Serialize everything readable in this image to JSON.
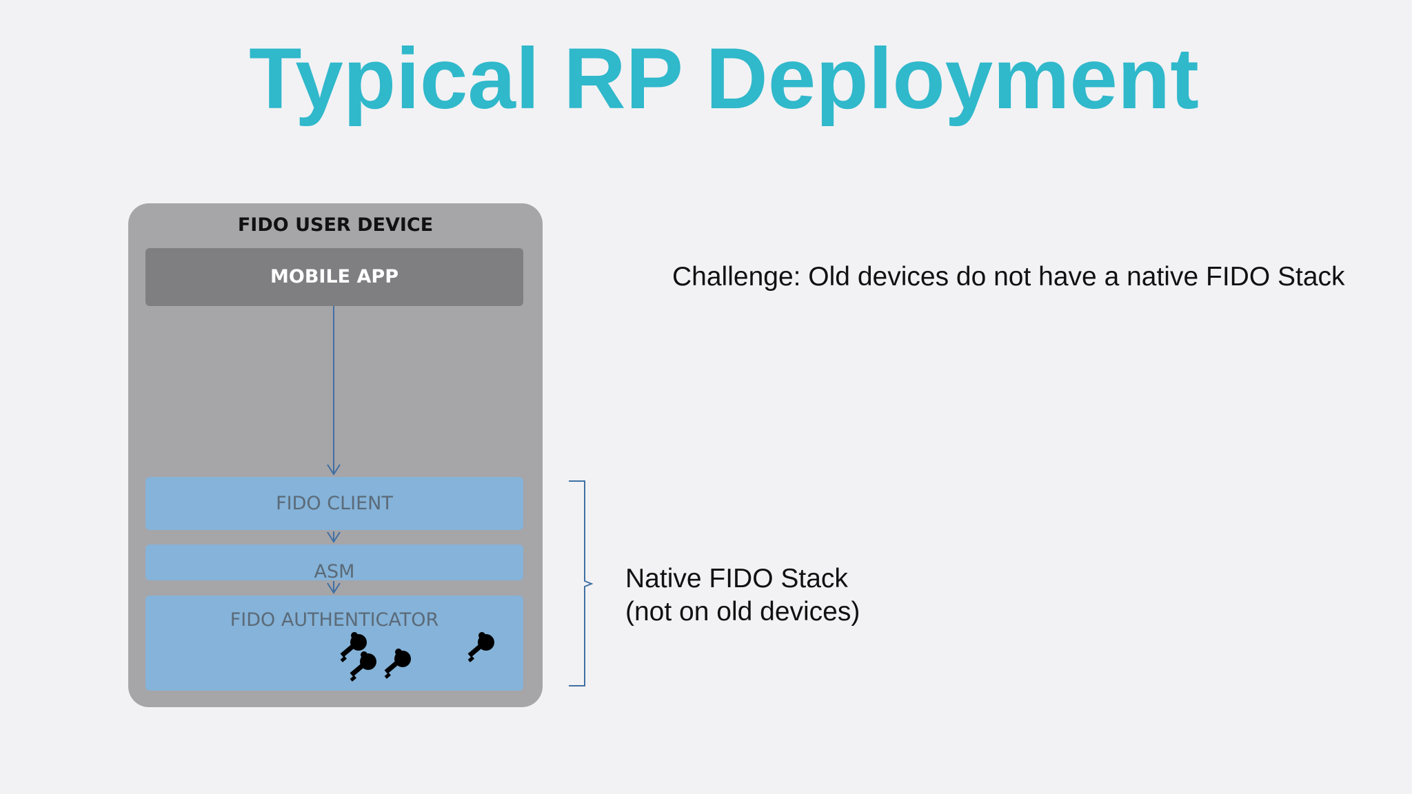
{
  "slide": {
    "title": "Typical RP Deployment"
  },
  "device": {
    "label": "FIDO USER DEVICE",
    "layers": {
      "mobile_app": "MOBILE APP",
      "fido_client": "FIDO CLIENT",
      "asm": "ASM",
      "authenticator": "FIDO AUTHENTICATOR"
    },
    "key_icon_count": 4
  },
  "annotations": {
    "challenge": "Challenge: Old devices do not have a native FIDO Stack",
    "native_stack_line1": "Native FIDO Stack",
    "native_stack_line2": "(not on old devices)"
  },
  "colors": {
    "title": "#30b8cb",
    "device_bg": "#a6a5a8",
    "mobile_app_bg": "#7f7e81",
    "stack_layer_bg": "#85b3d9",
    "arrow": "#3f6fa4"
  }
}
